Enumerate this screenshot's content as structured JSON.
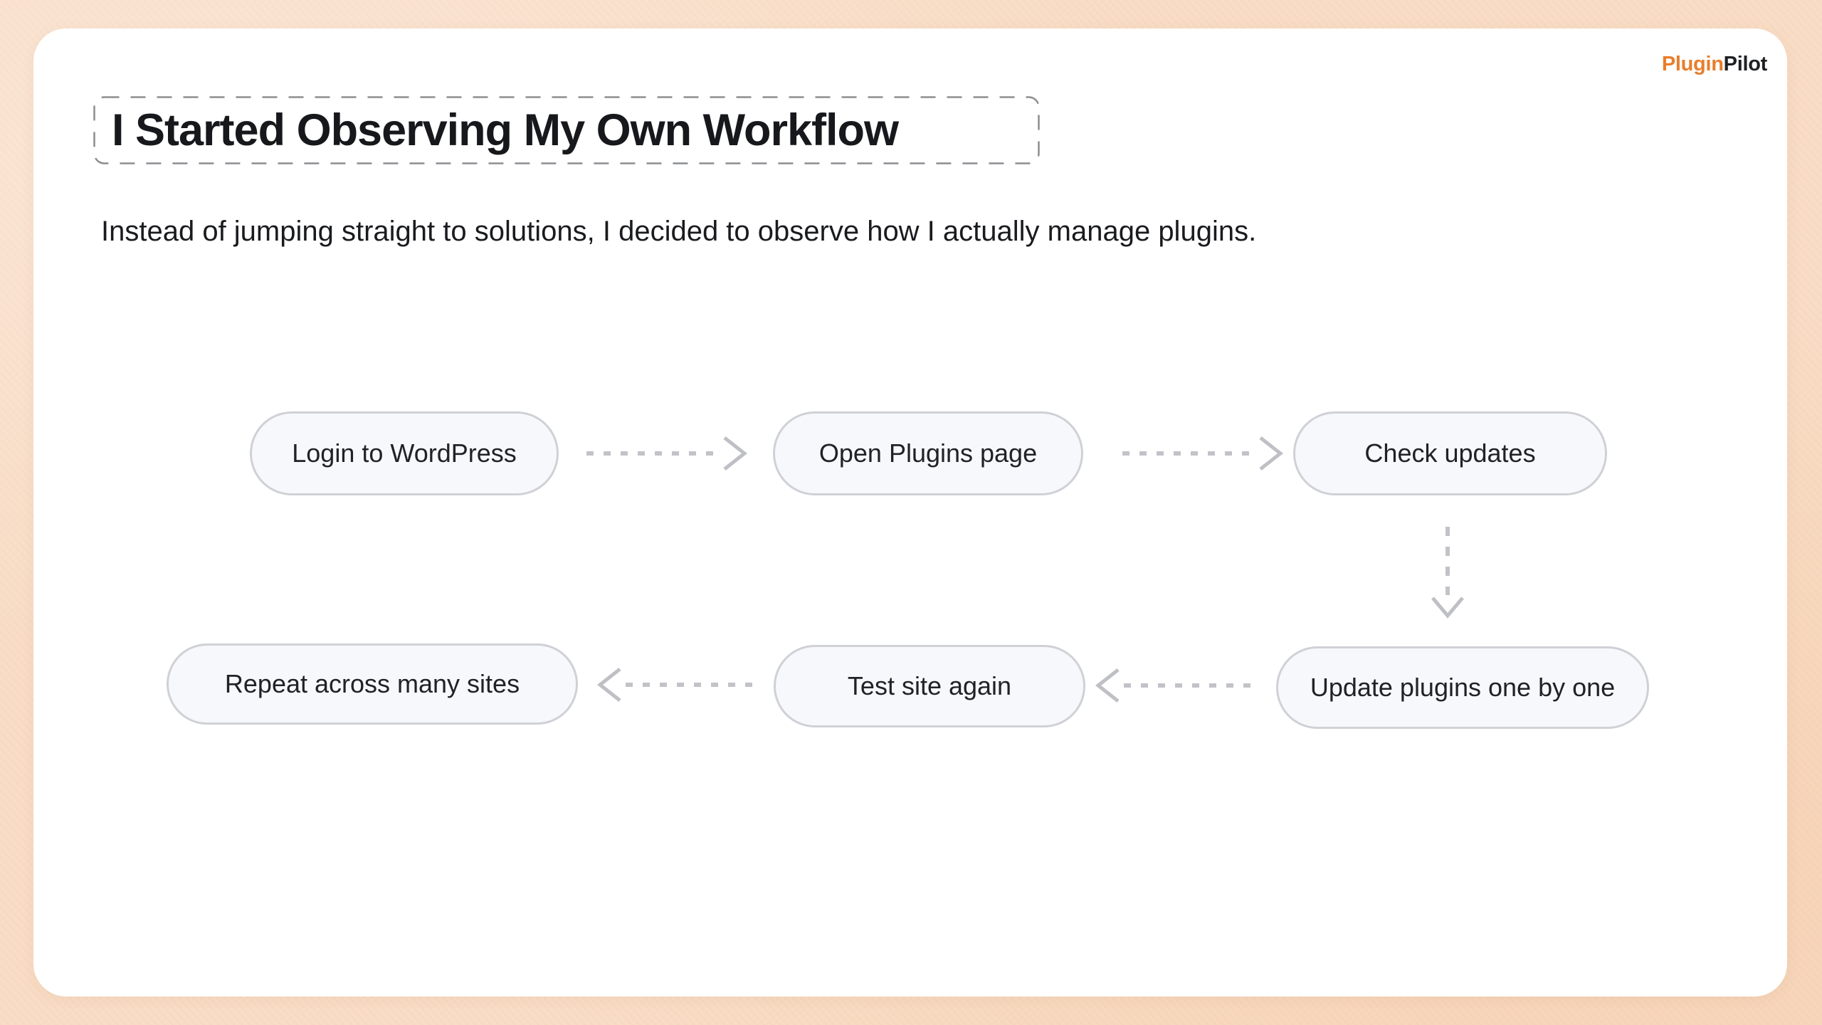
{
  "logo": {
    "part1": "Plugin",
    "part2": "Pilot"
  },
  "slide": {
    "title": "I Started Observing My Own Workflow",
    "subtitle": "Instead of jumping straight to solutions, I decided to observe how I actually manage plugins."
  },
  "flow": {
    "nodes": [
      {
        "id": "login",
        "label": "Login to WordPress"
      },
      {
        "id": "open",
        "label": "Open Plugins page"
      },
      {
        "id": "check",
        "label": "Check updates"
      },
      {
        "id": "update",
        "label": "Update plugins one by one"
      },
      {
        "id": "test",
        "label": "Test site again"
      },
      {
        "id": "repeat",
        "label": "Repeat across many sites"
      }
    ],
    "edges": [
      {
        "from": "login",
        "to": "open",
        "direction": "right"
      },
      {
        "from": "open",
        "to": "check",
        "direction": "right"
      },
      {
        "from": "check",
        "to": "update",
        "direction": "down"
      },
      {
        "from": "update",
        "to": "test",
        "direction": "left"
      },
      {
        "from": "test",
        "to": "repeat",
        "direction": "left"
      }
    ]
  },
  "colors": {
    "bg": "#f8dcc5",
    "card": "#ffffff",
    "accent": "#e87e2d",
    "ink": "#17181c",
    "node-fill": "#f7f8fb",
    "node-border": "#d0d1d6",
    "arrow": "#c2c3c8",
    "dash-border": "#8c8d90"
  }
}
